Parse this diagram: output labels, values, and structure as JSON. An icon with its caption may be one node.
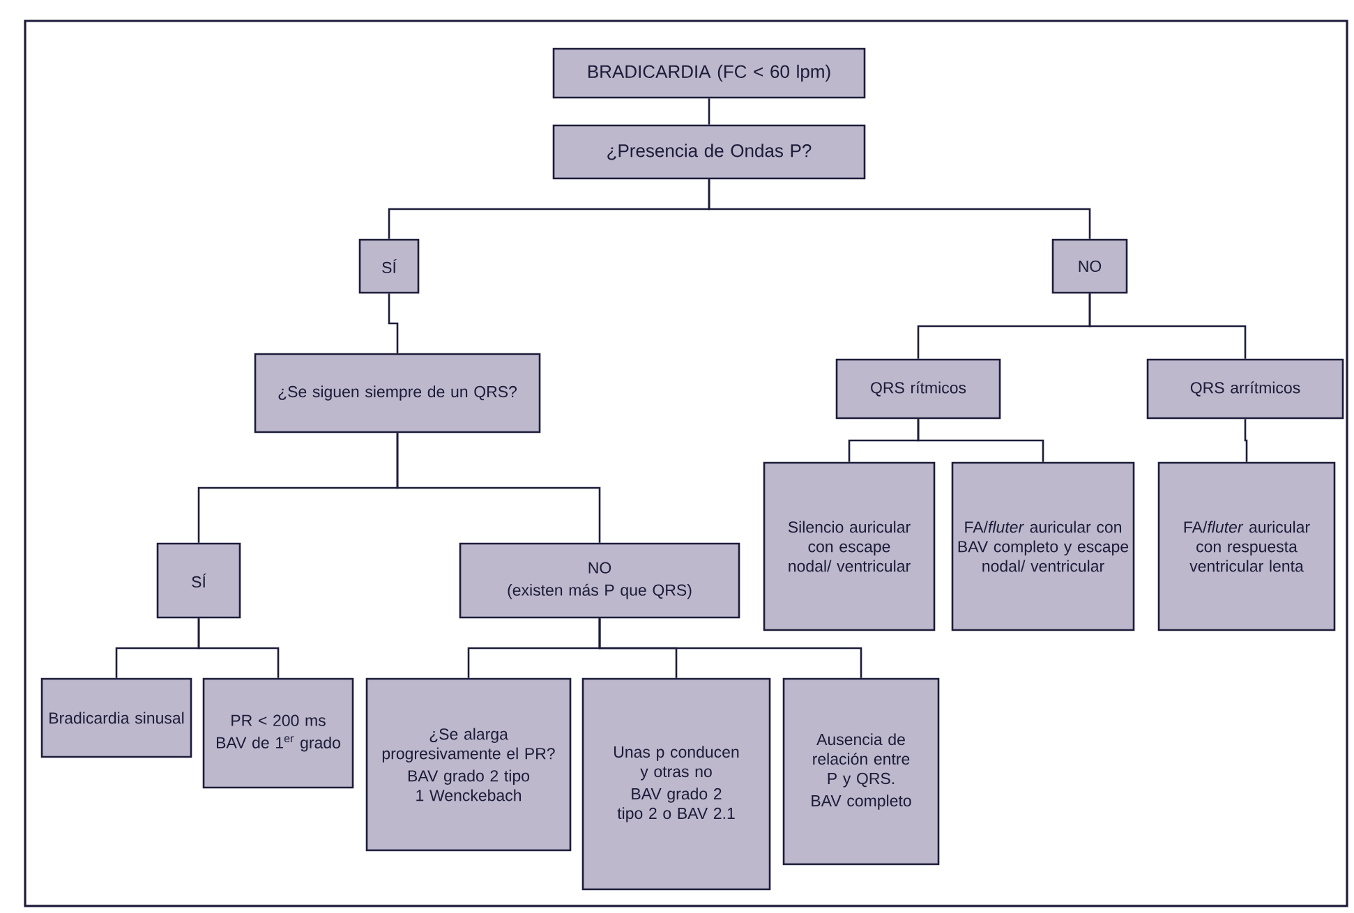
{
  "diagram": {
    "nodes": [
      {
        "text": [
          "BRADICARDIA (FC < 60 lpm)"
        ]
      },
      {
        "text": [
          "¿Presencia de Ondas P?"
        ]
      },
      {
        "text": [
          "SÍ"
        ]
      },
      {
        "text": [
          "NO"
        ]
      },
      {
        "text": [
          "¿Se siguen siempre de un QRS?"
        ]
      },
      {
        "text": [
          "QRS rítmicos"
        ]
      },
      {
        "text": [
          "QRS arrítmicos"
        ]
      },
      {
        "text": [
          "Silencio auricular con escape nodal/ ventricular"
        ]
      },
      {
        "text": [
          "FA/*fluter* auricular con BAV completo y escape nodal/ ventricular"
        ]
      },
      {
        "text": [
          "FA/*fluter* auricular con respuesta ventricular lenta"
        ]
      },
      {
        "text": [
          "SÍ"
        ]
      },
      {
        "text": [
          "NO",
          "(existen más P que QRS)"
        ]
      },
      {
        "text": [
          "Bradicardia sinusal"
        ]
      },
      {
        "text": [
          "PR < 200 ms",
          "BAV de 1$^{er}$ grado"
        ]
      },
      {
        "text": [
          "¿Se alarga progresivamente el PR?",
          "BAV grado 2 tipo 1 Wenckebach"
        ]
      },
      {
        "text": [
          "Unas p conducen y otras no",
          "BAV grado 2 tipo 2 o BAV 2.1"
        ]
      },
      {
        "text": [
          "Ausencia de relación entre P y QRS.",
          "BAV completo"
        ]
      }
    ],
    "edges": [
      {
        "from": 0,
        "to": 1,
        "arrow": "none"
      },
      {
        "from": 1,
        "to": 2,
        "arrow": "none"
      },
      {
        "from": 1,
        "to": 3,
        "arrow": "none"
      },
      {
        "from": 2,
        "to": 4,
        "arrow": "none"
      },
      {
        "from": 3,
        "to": 5,
        "arrow": "none"
      },
      {
        "from": 3,
        "to": 6,
        "arrow": "none"
      },
      {
        "from": 5,
        "to": 7,
        "arrow": "none"
      },
      {
        "from": 5,
        "to": 8,
        "arrow": "none"
      },
      {
        "from": 6,
        "to": 9,
        "arrow": "none"
      },
      {
        "from": 4,
        "to": 10,
        "arrow": "none"
      },
      {
        "from": 4,
        "to": 11,
        "arrow": "none"
      },
      {
        "from": 10,
        "to": 12,
        "arrow": "none"
      },
      {
        "from": 10,
        "to": 13,
        "arrow": "none"
      },
      {
        "from": 11,
        "to": 14,
        "arrow": "none"
      },
      {
        "from": 11,
        "to": 15,
        "arrow": "none"
      },
      {
        "from": 11,
        "to": 16,
        "arrow": "none"
      }
    ]
  }
}
